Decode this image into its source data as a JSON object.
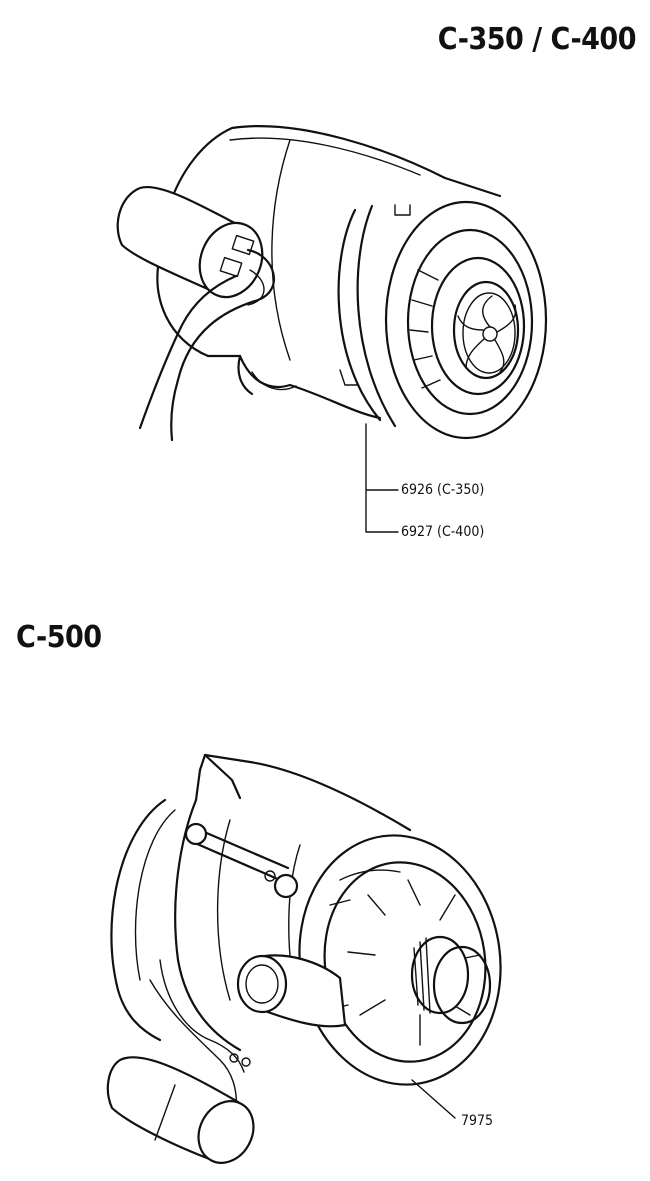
{
  "titles": {
    "top": "C-350 / C-400",
    "bottom": "C-500"
  },
  "callouts": {
    "part_6926": "6926 (C-350)",
    "part_6927": "6927 (C-400)",
    "part_7975": "7975"
  }
}
